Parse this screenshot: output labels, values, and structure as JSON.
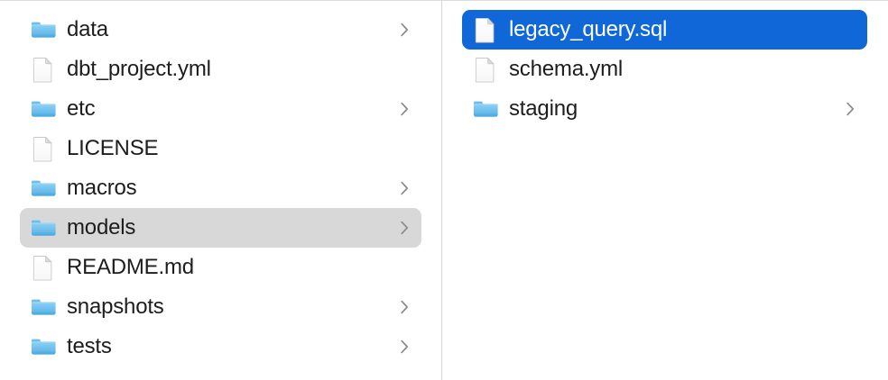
{
  "window": {
    "view_mode": "column",
    "accent_color": "#1068d8",
    "inactive_selection_color": "#d8d8d8",
    "text_color": "#1d1d1f",
    "selected_text_color": "#ffffff",
    "divider_color": "#d6d6d6",
    "background_color": "#ffffff"
  },
  "columns": [
    {
      "name": "parent-column",
      "items": [
        {
          "label": "data",
          "icon": "folder-icon",
          "kind": "folder",
          "has_chevron": true,
          "selected": false
        },
        {
          "label": "dbt_project.yml",
          "icon": "document-icon",
          "kind": "file",
          "has_chevron": false,
          "selected": false
        },
        {
          "label": "etc",
          "icon": "folder-icon",
          "kind": "folder",
          "has_chevron": true,
          "selected": false
        },
        {
          "label": "LICENSE",
          "icon": "document-icon",
          "kind": "file",
          "has_chevron": false,
          "selected": false
        },
        {
          "label": "macros",
          "icon": "folder-icon",
          "kind": "folder",
          "has_chevron": true,
          "selected": false
        },
        {
          "label": "models",
          "icon": "folder-icon",
          "kind": "folder",
          "has_chevron": true,
          "selected": "inactive"
        },
        {
          "label": "README.md",
          "icon": "document-icon",
          "kind": "file",
          "has_chevron": false,
          "selected": false
        },
        {
          "label": "snapshots",
          "icon": "folder-icon",
          "kind": "folder",
          "has_chevron": true,
          "selected": false
        },
        {
          "label": "tests",
          "icon": "folder-icon",
          "kind": "folder",
          "has_chevron": true,
          "selected": false
        }
      ]
    },
    {
      "name": "child-column",
      "items": [
        {
          "label": "legacy_query.sql",
          "icon": "document-icon",
          "kind": "file",
          "has_chevron": false,
          "selected": "active"
        },
        {
          "label": "schema.yml",
          "icon": "document-icon",
          "kind": "file",
          "has_chevron": false,
          "selected": false
        },
        {
          "label": "staging",
          "icon": "folder-icon",
          "kind": "folder",
          "has_chevron": true,
          "selected": false
        }
      ]
    }
  ]
}
